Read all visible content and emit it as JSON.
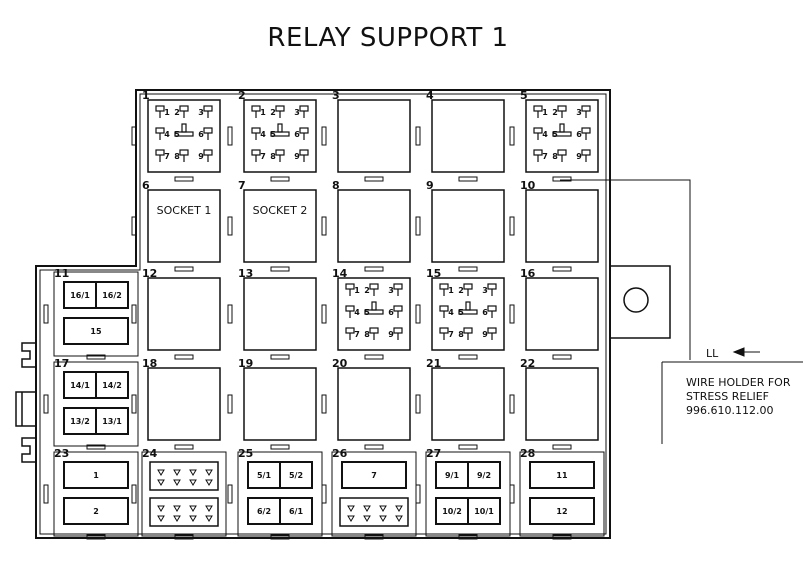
{
  "title": "RELAY SUPPORT 1",
  "positions": [
    {
      "num": "1",
      "type": "relay"
    },
    {
      "num": "2",
      "type": "relay"
    },
    {
      "num": "3",
      "type": "empty"
    },
    {
      "num": "4",
      "type": "empty"
    },
    {
      "num": "5",
      "type": "relay"
    },
    {
      "num": "6",
      "type": "socket",
      "label": "SOCKET 1"
    },
    {
      "num": "7",
      "type": "socket",
      "label": "SOCKET 2"
    },
    {
      "num": "8",
      "type": "empty"
    },
    {
      "num": "9",
      "type": "empty"
    },
    {
      "num": "10",
      "type": "empty"
    },
    {
      "num": "11",
      "type": "fuse",
      "fuses": [
        [
          "16/1",
          "16/2"
        ],
        [
          "15"
        ]
      ]
    },
    {
      "num": "12",
      "type": "empty"
    },
    {
      "num": "13",
      "type": "empty"
    },
    {
      "num": "14",
      "type": "relay"
    },
    {
      "num": "15",
      "type": "relay"
    },
    {
      "num": "16",
      "type": "empty"
    },
    {
      "num": "17",
      "type": "fuse",
      "fuses": [
        [
          "14/1",
          "14/2"
        ],
        [
          "13/2",
          "13/1"
        ]
      ]
    },
    {
      "num": "18",
      "type": "empty"
    },
    {
      "num": "19",
      "type": "empty"
    },
    {
      "num": "20",
      "type": "empty"
    },
    {
      "num": "21",
      "type": "empty"
    },
    {
      "num": "22",
      "type": "empty"
    },
    {
      "num": "23",
      "type": "fuse",
      "fuses": [
        [
          "1"
        ],
        [
          "2"
        ]
      ]
    },
    {
      "num": "24",
      "type": "diodes"
    },
    {
      "num": "25",
      "type": "fuse",
      "fuses": [
        [
          "5/1",
          "5/2"
        ],
        [
          "6/2",
          "6/1"
        ]
      ]
    },
    {
      "num": "26",
      "type": "fusediode",
      "fuses": [
        [
          "7"
        ]
      ]
    },
    {
      "num": "27",
      "type": "fuse",
      "fuses": [
        [
          "9/1",
          "9/2"
        ],
        [
          "10/2",
          "10/1"
        ]
      ]
    },
    {
      "num": "28",
      "type": "fuse",
      "fuses": [
        [
          "11"
        ],
        [
          "12"
        ]
      ]
    }
  ],
  "relay_pins": [
    "1",
    "2",
    "3",
    "4",
    "5",
    "6",
    "7",
    "8",
    "9"
  ],
  "note": {
    "lines": [
      "WIRE HOLDER FOR",
      "STRESS RELIEF",
      "996.610.112.00"
    ],
    "marker": "LL"
  }
}
